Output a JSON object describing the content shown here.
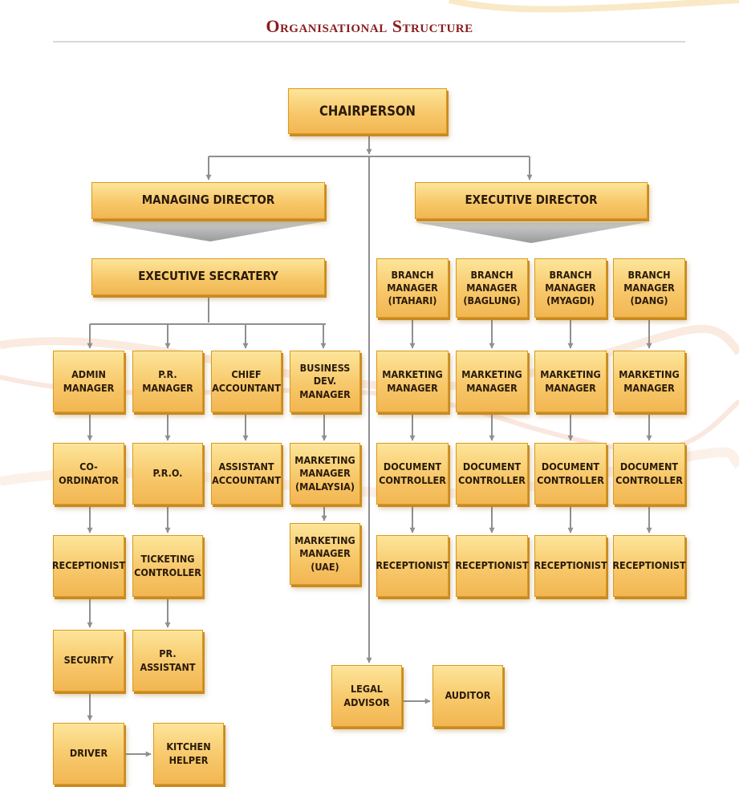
{
  "title": "Organisational Structure",
  "nodes": {
    "chairperson": "CHAIRPERSON",
    "managing_director": "MANAGING DIRECTOR",
    "executive_director": "EXECUTIVE  DIRECTOR",
    "executive_secretary": "EXECUTIVE SECRATERY",
    "admin_manager": "ADMIN\nMANAGER",
    "pr_manager": "P.R. MANAGER",
    "chief_accountant": "CHIEF\nACCOUNTANT",
    "business_dev_manager": "BUSINESS\nDEV.\nMANAGER",
    "co_ordinator": "CO-ORDINATOR",
    "pro": "P.R.O.",
    "assistant_accountant": "ASSISTANT\nACCOUNTANT",
    "marketing_manager_malaysia": "MARKETING\nMANAGER\n(MALAYSIA)",
    "receptionist_admin": "RECEPTIONIST",
    "ticketing_controller": "TICKETING\nCONTROLLER",
    "marketing_manager_uae": "MARKETING\nMANAGER\n(UAE)",
    "security": "SECURITY",
    "pr_assistant": "PR. ASSISTANT",
    "driver": "DRIVER",
    "kitchen_helper": "KITCHEN\nHELPER",
    "legal_advisor": "LEGAL\nADVISOR",
    "auditor": "AUDITOR",
    "branches": [
      {
        "branch_manager": "BRANCH\nMANAGER\n(ITAHARI)",
        "marketing_manager": "MARKETING\nMANAGER",
        "document_controller": "DOCUMENT\nCONTROLLER",
        "receptionist": "RECEPTIONIST"
      },
      {
        "branch_manager": "BRANCH\nMANAGER\n(BAGLUNG)",
        "marketing_manager": "MARKETING\nMANAGER",
        "document_controller": "DOCUMENT\nCONTROLLER",
        "receptionist": "RECEPTIONIST"
      },
      {
        "branch_manager": "BRANCH\nMANAGER\n(MYAGDI)",
        "marketing_manager": "MARKETING\nMANAGER",
        "document_controller": "DOCUMENT\nCONTROLLER",
        "receptionist": "RECEPTIONIST"
      },
      {
        "branch_manager": "BRANCH\nMANAGER\n(DANG)",
        "marketing_manager": "MARKETING\nMANAGER",
        "document_controller": "DOCUMENT\nCONTROLLER",
        "receptionist": "RECEPTIONIST"
      }
    ]
  },
  "colors": {
    "title": "#8a1c1c",
    "box_fill": "#f7c86a",
    "box_border": "#d99a1e",
    "connector": "#8f8f8f"
  }
}
